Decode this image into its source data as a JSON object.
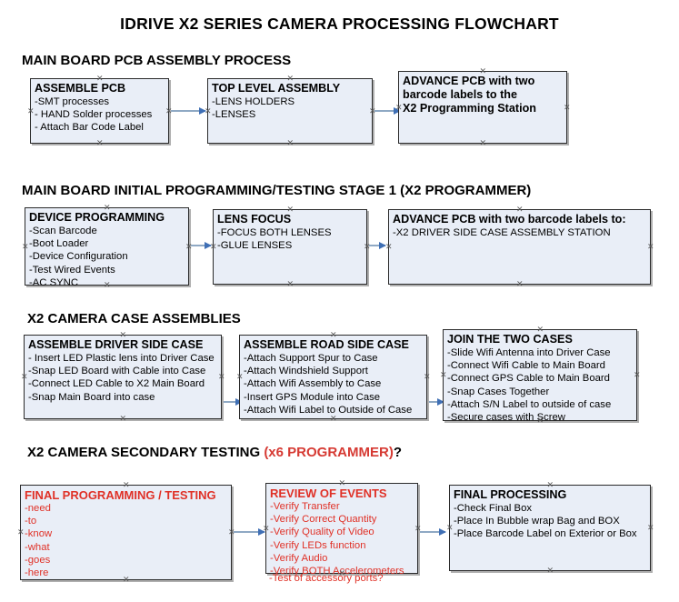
{
  "document": {
    "title": "IDRIVE X2  SERIES CAMERA PROCESSING FLOWCHART"
  },
  "colors": {
    "node_fill": "#e9eef7",
    "node_border": "#2a2a2a",
    "arrow": "#8fa9c4",
    "arrow_head": "#3f6fb5",
    "red_text": "#e03127",
    "black_text": "#000000"
  },
  "sections": [
    {
      "id": "main-board-pcb-assembly-process",
      "heading": "MAIN BOARD PCB ASSEMBLY PROCESS",
      "heading_accent": "",
      "heading_tail": "",
      "nodes": [
        {
          "id": "assemble-pcb",
          "header": "ASSEMBLE PCB",
          "lines": [
            "-SMT processes",
            "- HAND Solder processes",
            "- Attach Bar Code Label"
          ],
          "red": false
        },
        {
          "id": "top-level-assembly",
          "header": "TOP LEVEL ASSEMBLY",
          "lines": [
            "-LENS HOLDERS",
            "-LENSES"
          ],
          "red": false
        },
        {
          "id": "advance-pcb-to-x2-programming-station",
          "header": "ADVANCE PCB with two",
          "header_extra": [
            "barcode labels to the",
            " X2 Programming Station"
          ],
          "lines": [],
          "red": false
        }
      ]
    },
    {
      "id": "main-board-initial-programming-testing-stage-1",
      "heading": "MAIN BOARD INITIAL PROGRAMMING/TESTING STAGE 1 (X2 PROGRAMMER)",
      "nodes": [
        {
          "id": "device-programming",
          "header": "DEVICE PROGRAMMING",
          "lines": [
            "-Scan Barcode",
            "-Boot Loader",
            "-Device Configuration",
            "-Test Wired Events",
            "-AC SYNC"
          ],
          "red": false
        },
        {
          "id": "lens-focus",
          "header": "LENS FOCUS",
          "lines": [
            "-FOCUS BOTH LENSES",
            "-GLUE LENSES"
          ],
          "red": false
        },
        {
          "id": "advance-pcb-to-driver-side-case-assembly",
          "header": "ADVANCE PCB with two barcode labels to:",
          "lines": [
            "-X2 DRIVER  SIDE  CASE  ASSEMBLY STATION"
          ],
          "red": false
        }
      ]
    },
    {
      "id": "x2-camera-case-assemblies",
      "heading": "X2 CAMERA CASE ASSEMBLIES",
      "nodes": [
        {
          "id": "assemble-driver-side-case",
          "header": "ASSEMBLE DRIVER SIDE CASE",
          "lines": [
            "- Insert LED Plastic lens into Driver Case",
            "-Snap LED Board with Cable into Case",
            "-Connect LED Cable to X2 Main Board",
            "-Snap Main Board into case"
          ],
          "red": false
        },
        {
          "id": "assemble-road-side-case",
          "header": "ASSEMBLE ROAD SIDE CASE",
          "lines": [
            "-Attach Support Spur to Case",
            "-Attach Windshield Support",
            "-Attach Wifi Assembly to Case",
            "-Insert GPS Module into Case",
            "-Attach Wifi Label to Outside of Case"
          ],
          "red": false
        },
        {
          "id": "join-the-two-cases",
          "header": "JOIN THE TWO CASES",
          "lines": [
            "-Slide Wifi Antenna into Driver Case",
            "-Connect Wifi Cable to Main Board",
            "-Connect GPS Cable to Main Board",
            "-Snap Cases Together",
            "-Attach S/N Label to outside of case",
            "-Secure cases with Screw"
          ],
          "red": false
        }
      ]
    },
    {
      "id": "x2-camera-secondary-testing",
      "heading": "X2 CAMERA SECONDARY TESTING ",
      "heading_accent": "(x6 PROGRAMMER)",
      "heading_tail": "?",
      "nodes": [
        {
          "id": "final-programming-testing",
          "header": "FINAL PROGRAMMING / TESTING",
          "lines": [
            "-need",
            "-to",
            "-know",
            "-what",
            "-goes",
            "-here"
          ],
          "red": true
        },
        {
          "id": "review-of-events",
          "header": "REVIEW OF EVENTS",
          "lines": [
            "-Verify Transfer",
            "-Verify Correct Quantity",
            "-Verify Quality of Video",
            "-Verify LEDs function",
            "-Verify Audio",
            "-Verify BOTH Accelerometers"
          ],
          "overflow_line": "-Test of accessory ports?",
          "red": true
        },
        {
          "id": "final-processing",
          "header": "FINAL PROCESSING",
          "lines": [
            " -Check Final Box",
            "-Place In Bubble wrap Bag and BOX",
            "-Place Barcode Label on Exterior or Box"
          ],
          "red": false
        }
      ]
    }
  ],
  "connectors": [
    {
      "id": "conn-assemble-pcb-to-top-level-assembly"
    },
    {
      "id": "conn-top-level-assembly-to-advance-pcb"
    },
    {
      "id": "conn-device-programming-to-lens-focus"
    },
    {
      "id": "conn-lens-focus-to-advance-pcb"
    },
    {
      "id": "conn-driver-case-to-road-case"
    },
    {
      "id": "conn-road-case-to-join-cases"
    },
    {
      "id": "conn-final-programming-to-review"
    },
    {
      "id": "conn-review-to-final-processing"
    }
  ]
}
